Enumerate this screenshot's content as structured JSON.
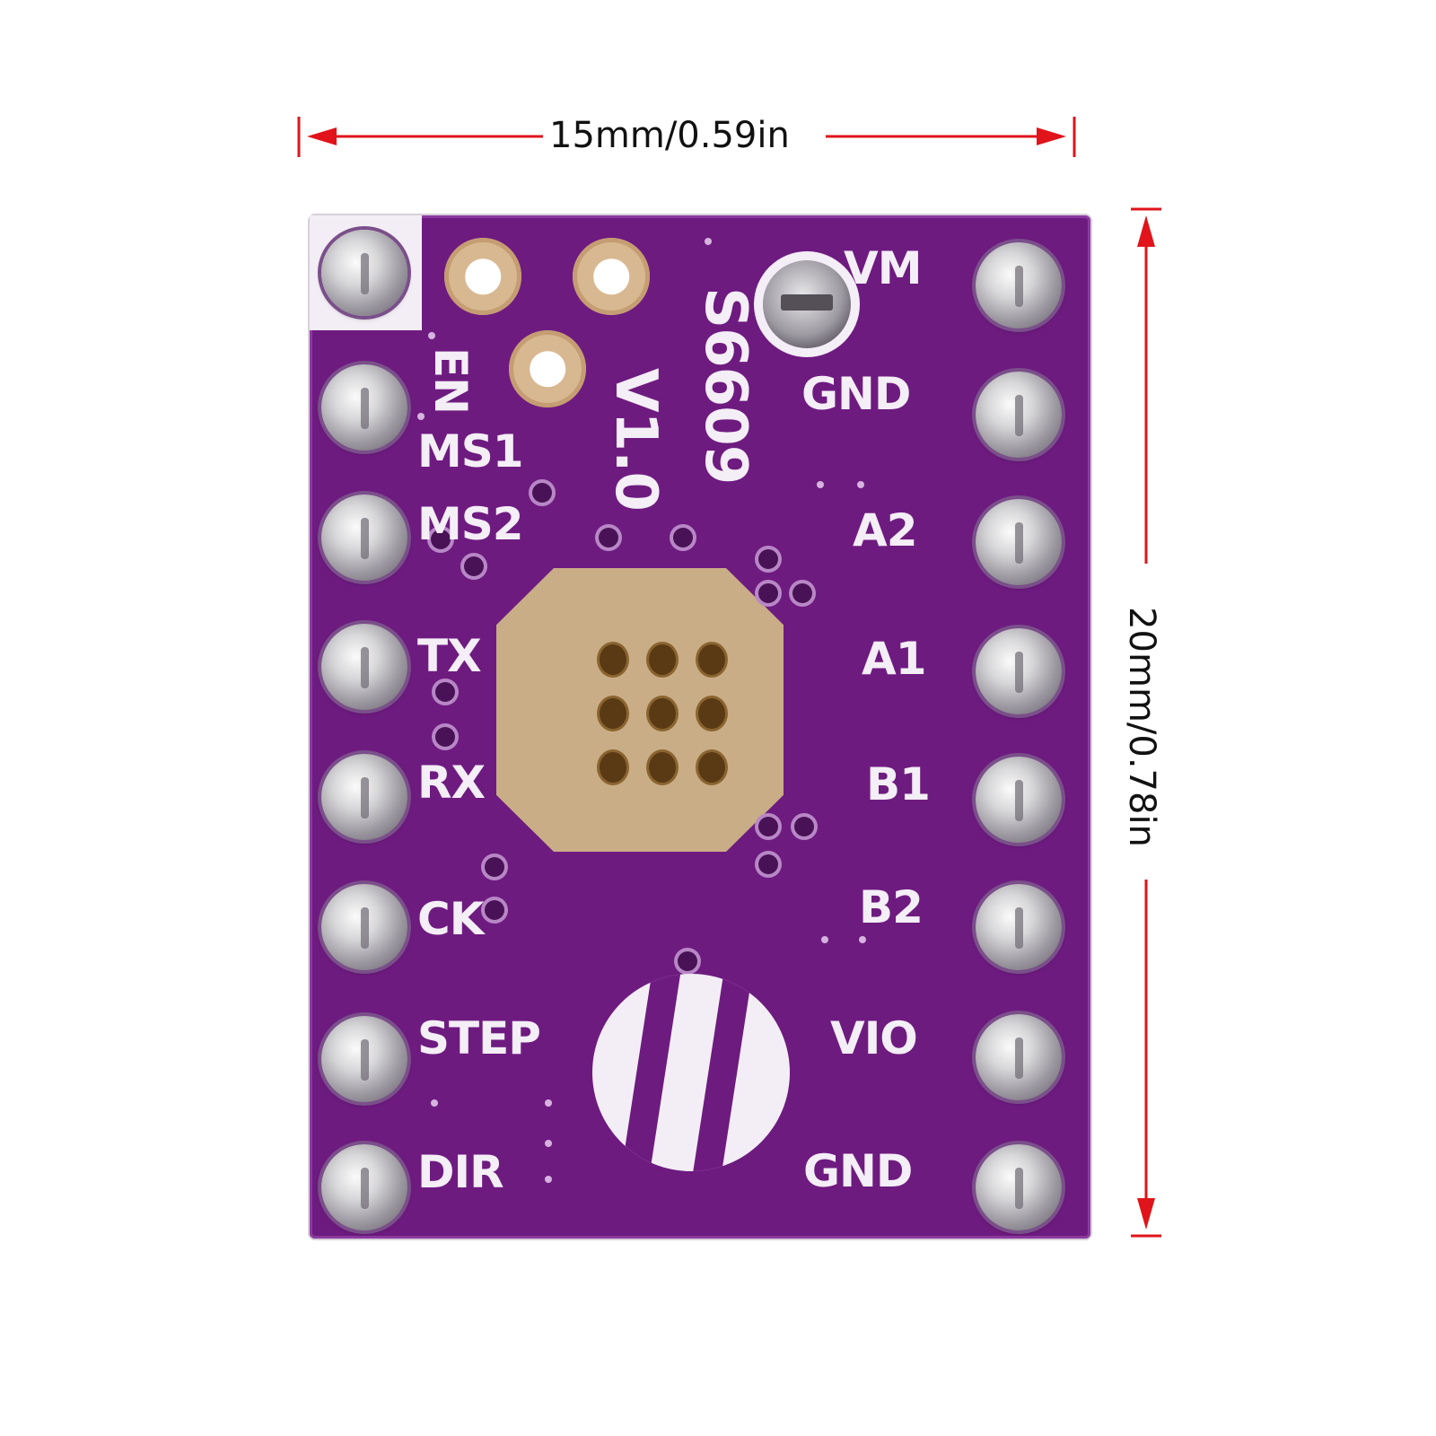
{
  "dimensions": {
    "width_label": "15mm/0.59in",
    "height_label": "20mm/0.78in",
    "arrow_color": "#e0141a"
  },
  "board": {
    "color": "#6e1b80",
    "model": "S6609",
    "version": "V1.0",
    "left_pins": [
      "EN",
      "MS1",
      "MS2",
      "TX",
      "RX",
      "CK",
      "STEP",
      "DIR"
    ],
    "right_pins": [
      "VM",
      "GND",
      "A2",
      "A1",
      "B1",
      "B2",
      "VIO",
      "GND"
    ],
    "logo_icon": "brand-logo-icon",
    "potentiometer_icon": "potentiometer-icon"
  }
}
